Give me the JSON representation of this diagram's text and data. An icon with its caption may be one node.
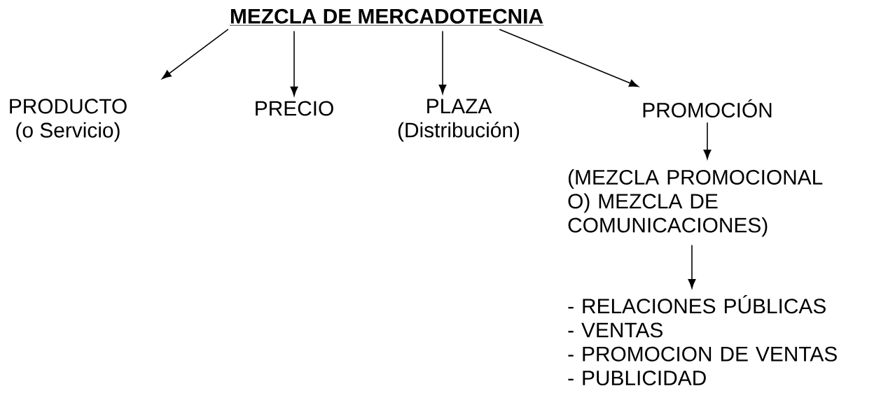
{
  "diagram": {
    "nodes": [
      {
        "text": [
          "MEZCLA DE MERCADOTECNIA"
        ]
      },
      {
        "text": [
          "PRODUCTO",
          "(o Servicio)"
        ]
      },
      {
        "text": [
          "PRECIO"
        ]
      },
      {
        "text": [
          "PLAZA",
          "(Distribución)"
        ]
      },
      {
        "text": [
          "PROMOCIÓN"
        ]
      },
      {
        "text": [
          "(MEZCLA PROMOCIONAL O) MEZCLA DE COMUNICACIONES)"
        ]
      },
      {
        "text": [
          "- RELACIONES PÚBLICAS",
          "- VENTAS",
          "- PROMOCION DE VENTAS",
          "- PUBLICIDAD"
        ]
      }
    ],
    "edges": [
      {
        "from": 0,
        "to": 1,
        "arrow": "to"
      },
      {
        "from": 0,
        "to": 2,
        "arrow": "to"
      },
      {
        "from": 0,
        "to": 3,
        "arrow": "to"
      },
      {
        "from": 0,
        "to": 4,
        "arrow": "to"
      },
      {
        "from": 4,
        "to": 5,
        "arrow": "to"
      },
      {
        "from": 5,
        "to": 6,
        "arrow": "to"
      }
    ]
  }
}
